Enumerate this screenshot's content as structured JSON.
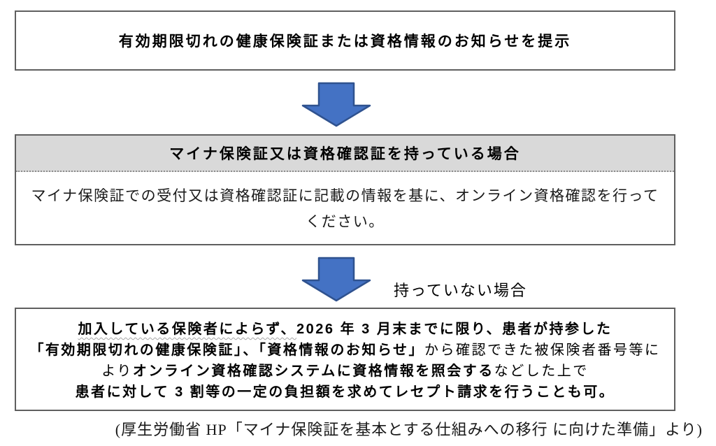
{
  "page": {
    "background": "#ffffff"
  },
  "top_box": {
    "text": "有効期限切れの健康保険証または資格情報のお知らせを提示"
  },
  "arrow1": {
    "fill": "#4472c4",
    "stroke": "#2f528f"
  },
  "middle_box": {
    "header": "マイナ保険証又は資格確認証を持っている場合",
    "header_bg": "#d9d9d9",
    "body_line1": "マイナ保険証での受付又は資格確認証に記載の情報を基に、オンライン資格確認を行って",
    "body_line2": "ください。"
  },
  "arrow2": {
    "fill": "#4472c4",
    "stroke": "#2f528f",
    "label": "持っていない場合"
  },
  "bottom_box": {
    "lines": [
      {
        "segments": [
          {
            "text": "加入している保険者によらず、",
            "bold": true,
            "wavy": true
          },
          {
            "text": "2026 年 3 月末までに限り、患者が持参した",
            "bold": true,
            "wavy": false
          }
        ]
      },
      {
        "segments": [
          {
            "text": "「有効期限切れの健康保険証」、「資格情報のお知らせ」",
            "bold": true,
            "wavy": false
          },
          {
            "text": "から確認できた被保険者番号等に",
            "bold": false,
            "wavy": false
          }
        ]
      },
      {
        "segments": [
          {
            "text": "より",
            "bold": false,
            "wavy": false
          },
          {
            "text": "オンライン資格確認システムに資格情報を照会する",
            "bold": true,
            "wavy": false
          },
          {
            "text": "などした上で",
            "bold": false,
            "wavy": false
          }
        ]
      },
      {
        "segments": [
          {
            "text": "患者に対して 3 割等の一定の負担額を求めてレセプト請求を行うことも可。",
            "bold": true,
            "wavy": false
          }
        ]
      }
    ]
  },
  "footer": {
    "text": "(厚生労働省 HP「マイナ保険証を基本とする仕組みへの移行 に向けた準備」より)"
  }
}
